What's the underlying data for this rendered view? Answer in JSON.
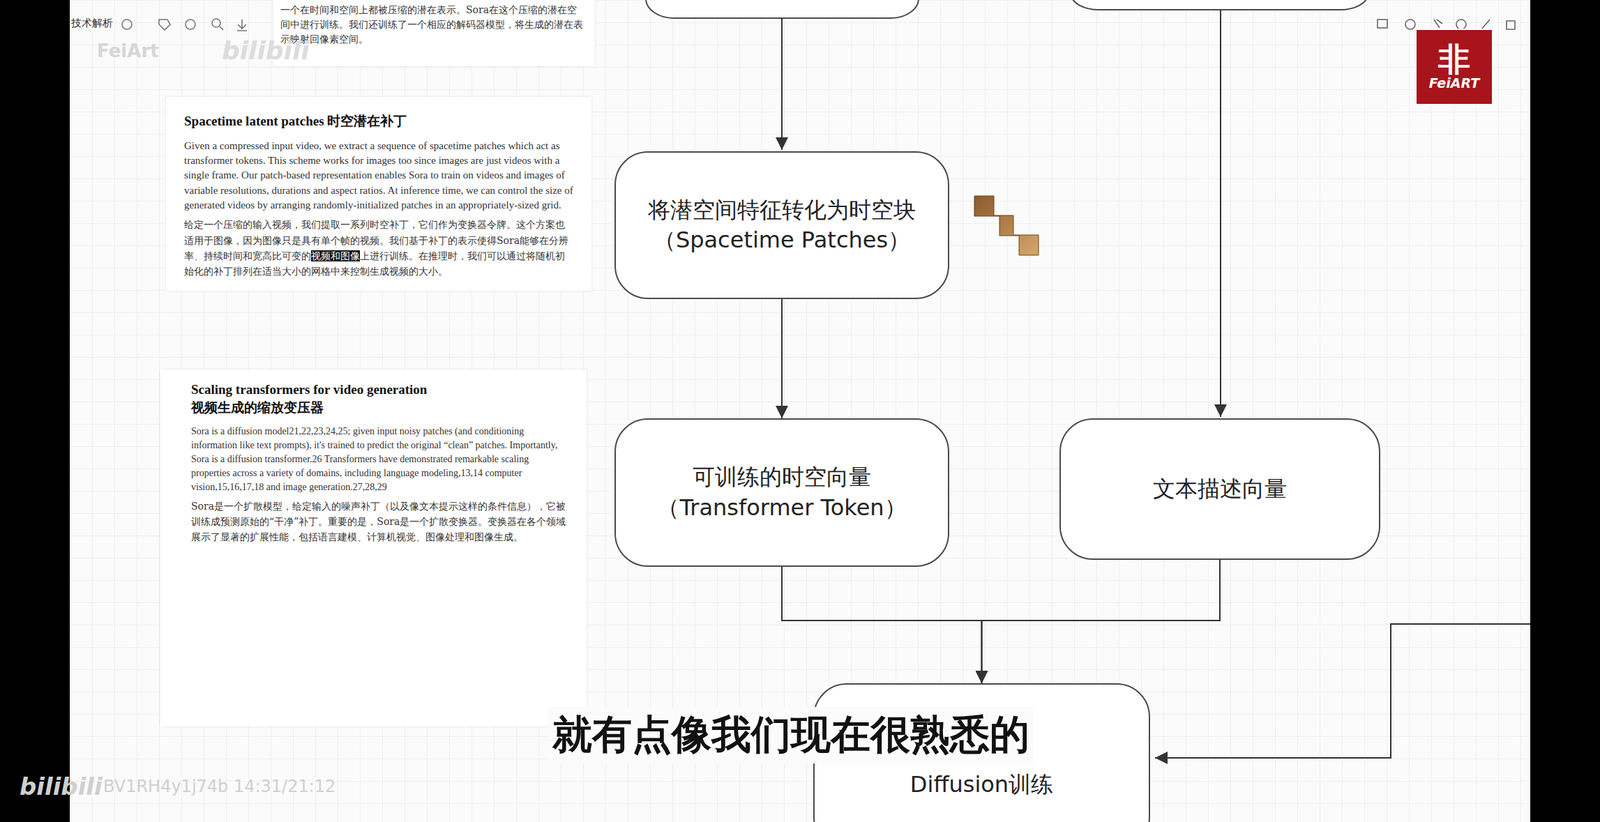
{
  "diagram": {
    "nodes": [
      {
        "text": [
          "将潜空间特征转化为时空块 （Spacetime Patches）"
        ]
      },
      {
        "text": [
          "可训练的时空向量 （Transformer Token）"
        ]
      },
      {
        "text": [
          "文本描述向量"
        ]
      },
      {
        "text": [
          "Diffusion训练"
        ]
      }
    ],
    "edges": [
      {
        "from": 0,
        "to": 1,
        "arrow": "to"
      },
      {
        "from": 1,
        "to": 3,
        "arrow": "to"
      },
      {
        "from": 2,
        "to": 3,
        "arrow": "to"
      }
    ],
    "labels": [
      "技术解析",
      "一个在时间和空间上都被压缩的潜在表示。Sora在这个压缩的潜在空间中进行训练。我们还训练了一个相应的解码器模型，将生成的潜在表示映射回像素空间。",
      "FeiArt",
      "bilibili",
      "Spacetime latent patches 时空潜在补丁",
      "Given a compressed input video, we extract a sequence of spacetime patches which act as transformer tokens. This scheme works for images too since images are just videos with a single frame. Our patch-based representation enables Sora to train on videos and images of variable resolutions, durations and aspect ratios. At inference time, we can control the size of generated videos by arranging randomly-initialized patches in an appropriately-sized grid.",
      "给定一个压缩的输入视频，我们提取一系列时空补丁，它们作为变换器令牌。这个方案也适用于图像，因为图像只是具有单个帧的视频。我们基于补丁的表示使得Sora能够在分辨率、持续时间和宽高比可变的",
      "视频和图像",
      "上进行训练。在推理时，我们可以通过将随机初始化的补丁排列在适当大小的网格中来控制生成视频的大小。",
      "Scaling transformers for video generation",
      "视频生成的缩放变压器",
      "Sora is a diffusion model21,22,23,24,25; given input noisy patches (and conditioning information like text prompts), it's trained to predict the original “clean” patches. Importantly, Sora is a diffusion transformer.26 Transformers have demonstrated remarkable scaling properties across a variety of domains, including language modeling,13,14 computer vision,15,16,17,18 and image generation.27,28,29",
      "Sora是一个扩散模型，给定输入的噪声补丁（以及像文本提示这样的条件信息），它被训练成预测原始的“干净”补丁。重要的是，Sora是一个扩散变换器。变换器在各个领域展示了显著的扩展性能，包括语言建模、计算机视觉、图像处理和图像生成。",
      "非",
      "FeiART",
      "就有点像我们现在很熟悉的",
      "bilibili",
      "BV1RH4y1j74b 14:31/21:12"
    ]
  }
}
